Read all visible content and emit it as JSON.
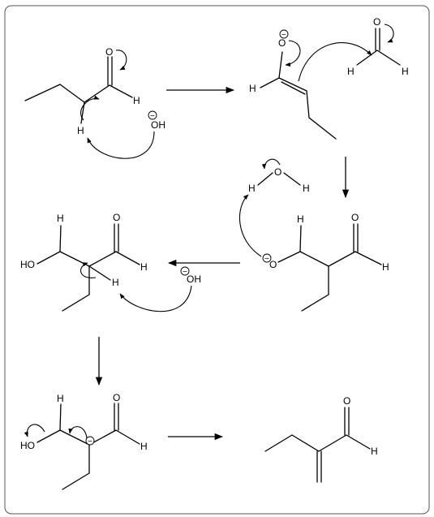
{
  "atoms": {
    "O": "O",
    "H": "H",
    "HO": "HO",
    "OH": "OH",
    "minus": "−"
  }
}
